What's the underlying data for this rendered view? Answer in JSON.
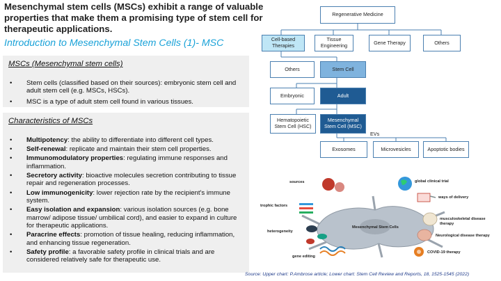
{
  "slide": {
    "title": "Mesenchymal stem cells (MSCs) exhibit a range of valuable properties that make them a promising type of stem cell for therapeutic applications.",
    "subtitle": "Introduction to Mesenchymal Stem Cells (1)- MSC",
    "source": "Source: Upper chart: P.Ambrose article; Lower chart: Stem Cell Review and Reports, 18, 1525-1545 (2022)"
  },
  "box1": {
    "heading": "MSCs (Mesenchymal stem cells)",
    "bullets": [
      "Stem cells (classified based on their sources): embryonic stem cell and adult stem cell (e.g. MSCs, HSCs).",
      "MSC is a type of adult stem cell found in various tissues."
    ]
  },
  "box2": {
    "heading": "Characteristics of MSCs",
    "items": [
      {
        "term": "Multipotency",
        "text": ": the ability to differentiate into different cell types."
      },
      {
        "term": "Self-renewal",
        "text": ": replicate and maintain their stem cell properties."
      },
      {
        "term": "Immunomodulatory properties",
        "text": ": regulating immune responses and inflammation."
      },
      {
        "term": "Secretory activity",
        "text": ": bioactive molecules secretion contributing to tissue repair and regeneration processes."
      },
      {
        "term": "Low immunogenicity",
        "text": ": lower rejection rate by the recipient's immune system."
      },
      {
        "term": "Easy isolation and expansion",
        "text": ": various isolation sources (e.g. bone marrow/ adipose tissue/ umbilical cord), and easier to expand in culture for therapeutic applications."
      },
      {
        "term": "Paracrine effects",
        "text": ": promotion of tissue healing, reducing inflammation, and enhancing tissue regeneration."
      },
      {
        "term": "Safety profile",
        "text": ": a favorable safety profile in clinical trials and are considered relatively safe for therapeutic use."
      }
    ]
  },
  "tree": {
    "root": "Regenerative Medicine",
    "level1": [
      "Cell-based Therapies",
      "Tissue Engineering",
      "Gene Therapy",
      "Others"
    ],
    "level2": [
      "Others",
      "Stem Cell"
    ],
    "level3": [
      "Embryonic",
      "Adult"
    ],
    "level4": [
      "Hematopoietic Stem Cell (HSC)",
      "Mesenchymal Stem Cell (MSC)"
    ],
    "ev_label": "EVs",
    "level5": [
      "Exosomes",
      "Microvesicles",
      "Apoptotic bodies"
    ]
  },
  "figure": {
    "center": "Mesenchymal Stem Cells",
    "left": [
      "sources",
      "trophic factors",
      "heterogeneity",
      "gene editing"
    ],
    "right": [
      "global clinical trial",
      "ways of delivery",
      "musculoskeletal disease therapy",
      "Neurological disease therapy",
      "COVID-19 therapy"
    ]
  },
  "colors": {
    "subtitle": "#1aa2d8",
    "panel_bg": "#efefef",
    "box_light": "#bfe6f6",
    "box_mid": "#7fb3de",
    "box_dark": "#1f5b93",
    "source": "#1e3a8a"
  }
}
